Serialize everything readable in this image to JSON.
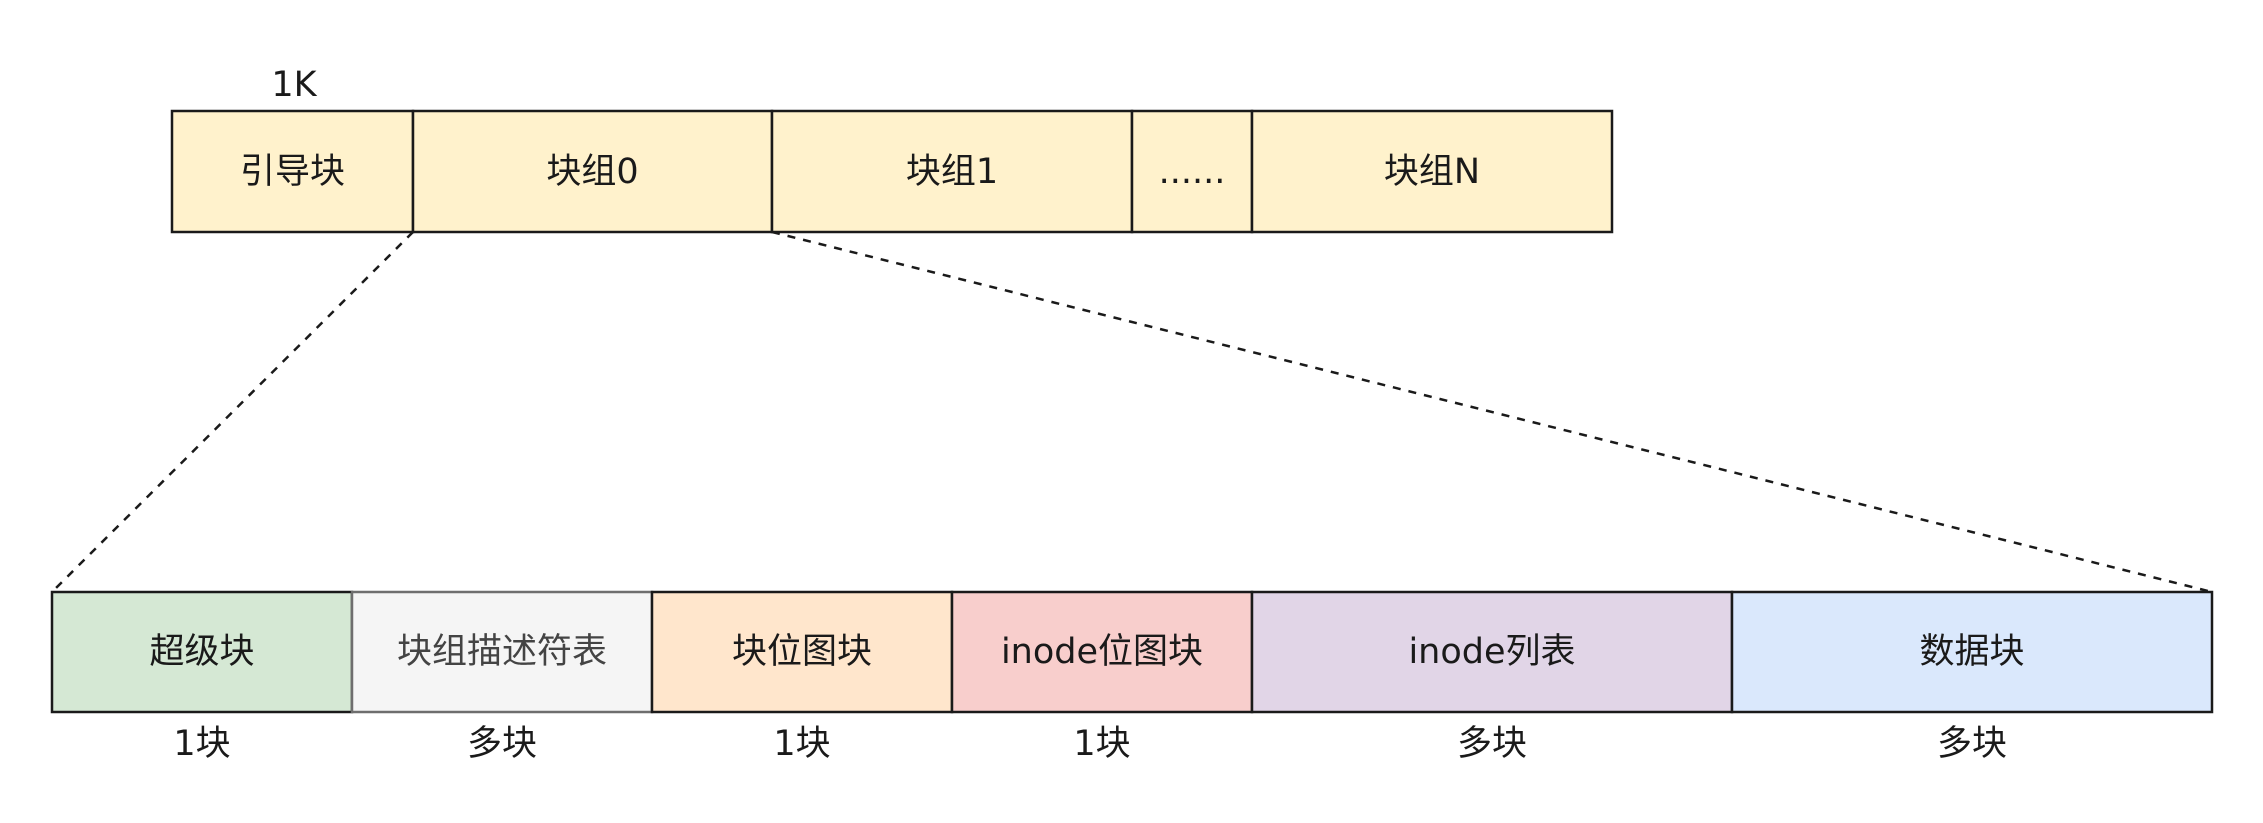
{
  "top_row": {
    "size_label": "1K",
    "cells": [
      {
        "label": "引导块",
        "color": "#fff2cc"
      },
      {
        "label": "块组0",
        "color": "#fff2cc"
      },
      {
        "label": "块组1",
        "color": "#fff2cc"
      },
      {
        "label": "......",
        "color": "#fff2cc"
      },
      {
        "label": "块组N",
        "color": "#fff2cc"
      }
    ]
  },
  "block_group_detail": {
    "cells": [
      {
        "label": "超级块",
        "count": "1块",
        "color": "#d5e8d4"
      },
      {
        "label": "块组描述符表",
        "count": "多块",
        "color": "#f5f5f5"
      },
      {
        "label": "块位图块",
        "count": "1块",
        "color": "#ffe6cc"
      },
      {
        "label": "inode位图块",
        "count": "1块",
        "color": "#f8cecc"
      },
      {
        "label": "inode列表",
        "count": "多块",
        "color": "#e1d5e7"
      },
      {
        "label": "数据块",
        "count": "多块",
        "color": "#dae8fc"
      }
    ]
  }
}
